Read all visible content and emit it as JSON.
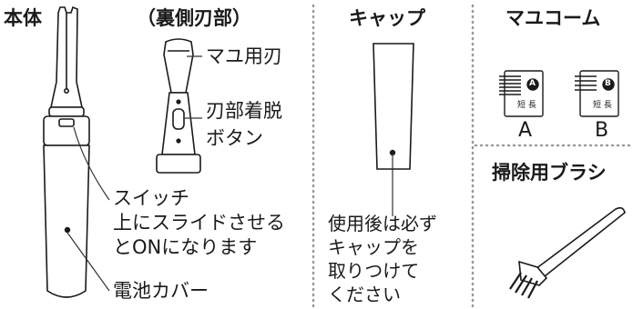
{
  "sections": {
    "main_title": "本体",
    "back_title": "（裏側刃部）",
    "cap_title": "キャップ",
    "comb_title": "マユコーム",
    "brush_title": "掃除用ブラシ"
  },
  "callouts": {
    "eyebrow_blade": "マユ用刃",
    "blade_release_line1": "刃部着脱",
    "blade_release_line2": "ボタン",
    "switch_line1": "スイッチ",
    "switch_line2": "上にスライドさせる",
    "switch_line3": "とONになります",
    "battery_cover": "電池カバー"
  },
  "cap_note": [
    "使用後は必ず",
    "キャップを",
    "取りつけて",
    "ください"
  ],
  "combs": [
    {
      "label": "A",
      "badge": "A",
      "marks": "短 長"
    },
    {
      "label": "B",
      "badge": "B",
      "marks": "短 長"
    }
  ],
  "colors": {
    "ink": "#1a1a1a",
    "line": "#333333",
    "divider": "#9a9a9a"
  }
}
